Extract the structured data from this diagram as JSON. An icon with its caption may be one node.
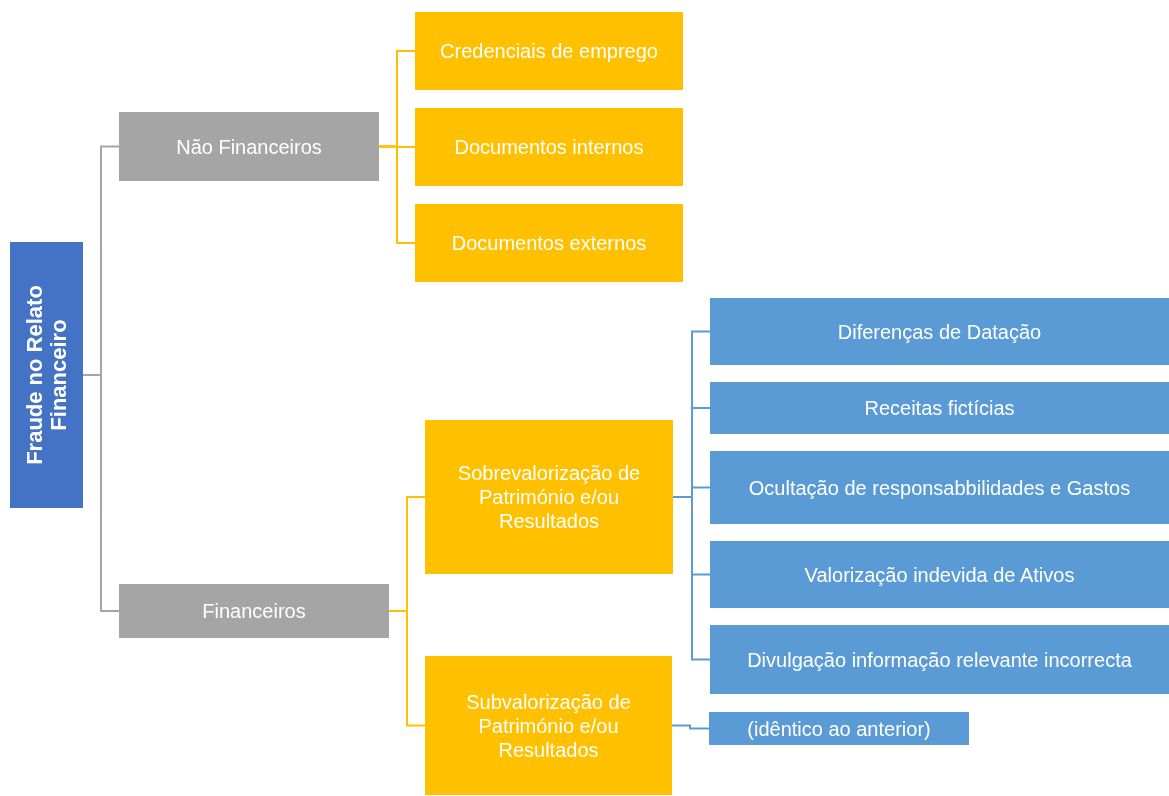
{
  "diagram": {
    "nodes": [
      {
        "text": [
          "Fraude no Relato Financeiro"
        ]
      },
      {
        "text": [
          "Não Financeiros"
        ]
      },
      {
        "text": [
          "Credenciais de emprego"
        ]
      },
      {
        "text": [
          "Documentos internos"
        ]
      },
      {
        "text": [
          "Documentos externos"
        ]
      },
      {
        "text": [
          "Financeiros"
        ]
      },
      {
        "text": [
          "Sobrevalorização de Património e/ou Resultados"
        ]
      },
      {
        "text": [
          "Diferenças de Datação"
        ]
      },
      {
        "text": [
          "Receitas fictícias"
        ]
      },
      {
        "text": [
          "Ocultação de responsabbilidades e Gastos"
        ]
      },
      {
        "text": [
          "Valorização indevida de Ativos"
        ]
      },
      {
        "text": [
          "Divulgação informação relevante incorrecta"
        ]
      },
      {
        "text": [
          "Subvalorização de Património e/ou Resultados"
        ]
      },
      {
        "text": [
          "(idêntico ao anterior)"
        ]
      }
    ],
    "edges": [
      {
        "from": 0,
        "to": 1,
        "arrow": "none",
        "color": "#a5a5a5"
      },
      {
        "from": 0,
        "to": 5,
        "arrow": "none",
        "color": "#a5a5a5"
      },
      {
        "from": 1,
        "to": 2,
        "arrow": "none",
        "color": "#ffc000"
      },
      {
        "from": 1,
        "to": 3,
        "arrow": "none",
        "color": "#ffc000"
      },
      {
        "from": 1,
        "to": 4,
        "arrow": "none",
        "color": "#ffc000"
      },
      {
        "from": 5,
        "to": 6,
        "arrow": "none",
        "color": "#ffc000"
      },
      {
        "from": 5,
        "to": 12,
        "arrow": "none",
        "color": "#ffc000"
      },
      {
        "from": 6,
        "to": 7,
        "arrow": "none",
        "color": "#5b9bd5"
      },
      {
        "from": 6,
        "to": 8,
        "arrow": "none",
        "color": "#5b9bd5"
      },
      {
        "from": 6,
        "to": 9,
        "arrow": "none",
        "color": "#5b9bd5"
      },
      {
        "from": 6,
        "to": 10,
        "arrow": "none",
        "color": "#5b9bd5"
      },
      {
        "from": 6,
        "to": 11,
        "arrow": "none",
        "color": "#5b9bd5"
      },
      {
        "from": 12,
        "to": 13,
        "arrow": "none",
        "color": "#5b9bd5"
      }
    ]
  }
}
